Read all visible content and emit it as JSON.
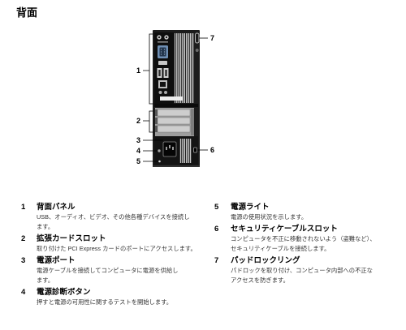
{
  "page": {
    "title": "背面"
  },
  "diagram": {
    "callouts": [
      "1",
      "2",
      "3",
      "4",
      "5",
      "6",
      "7"
    ]
  },
  "items": [
    {
      "number": "1",
      "title": "背面パネル",
      "description": [
        "USB、オーディオ、ビデオ、その他各種デバイスを接続し",
        "ます。"
      ]
    },
    {
      "number": "2",
      "title": "拡張カードスロット",
      "description": [
        "取り付けた PCI Express カードのポートにアクセスします。"
      ]
    },
    {
      "number": "3",
      "title": "電源ポート",
      "description": [
        "電源ケーブルを接続してコンピュータに電源を供給し",
        "ます。"
      ]
    },
    {
      "number": "4",
      "title": "電源診断ボタン",
      "description": [
        "押すと電源の可用性に関するテストを開始します。"
      ]
    },
    {
      "number": "5",
      "title": "電源ライト",
      "description": [
        "電源の使用状況を示します。"
      ]
    },
    {
      "number": "6",
      "title": "セキュリティケーブルスロット",
      "description": [
        "コンピュータを不正に移動されないよう（盗難など）、",
        "セキュリティケーブルを接続します。"
      ]
    },
    {
      "number": "7",
      "title": "パッドロックリング",
      "description": [
        "パドロックを取り付け、コンピュータ内部への不正な",
        "アクセスを防ぎます。"
      ]
    }
  ],
  "colors": {
    "text": "#000000",
    "description": "#333333",
    "tower": "#1c1c1c",
    "slot_cover": "#cdcdcd"
  }
}
